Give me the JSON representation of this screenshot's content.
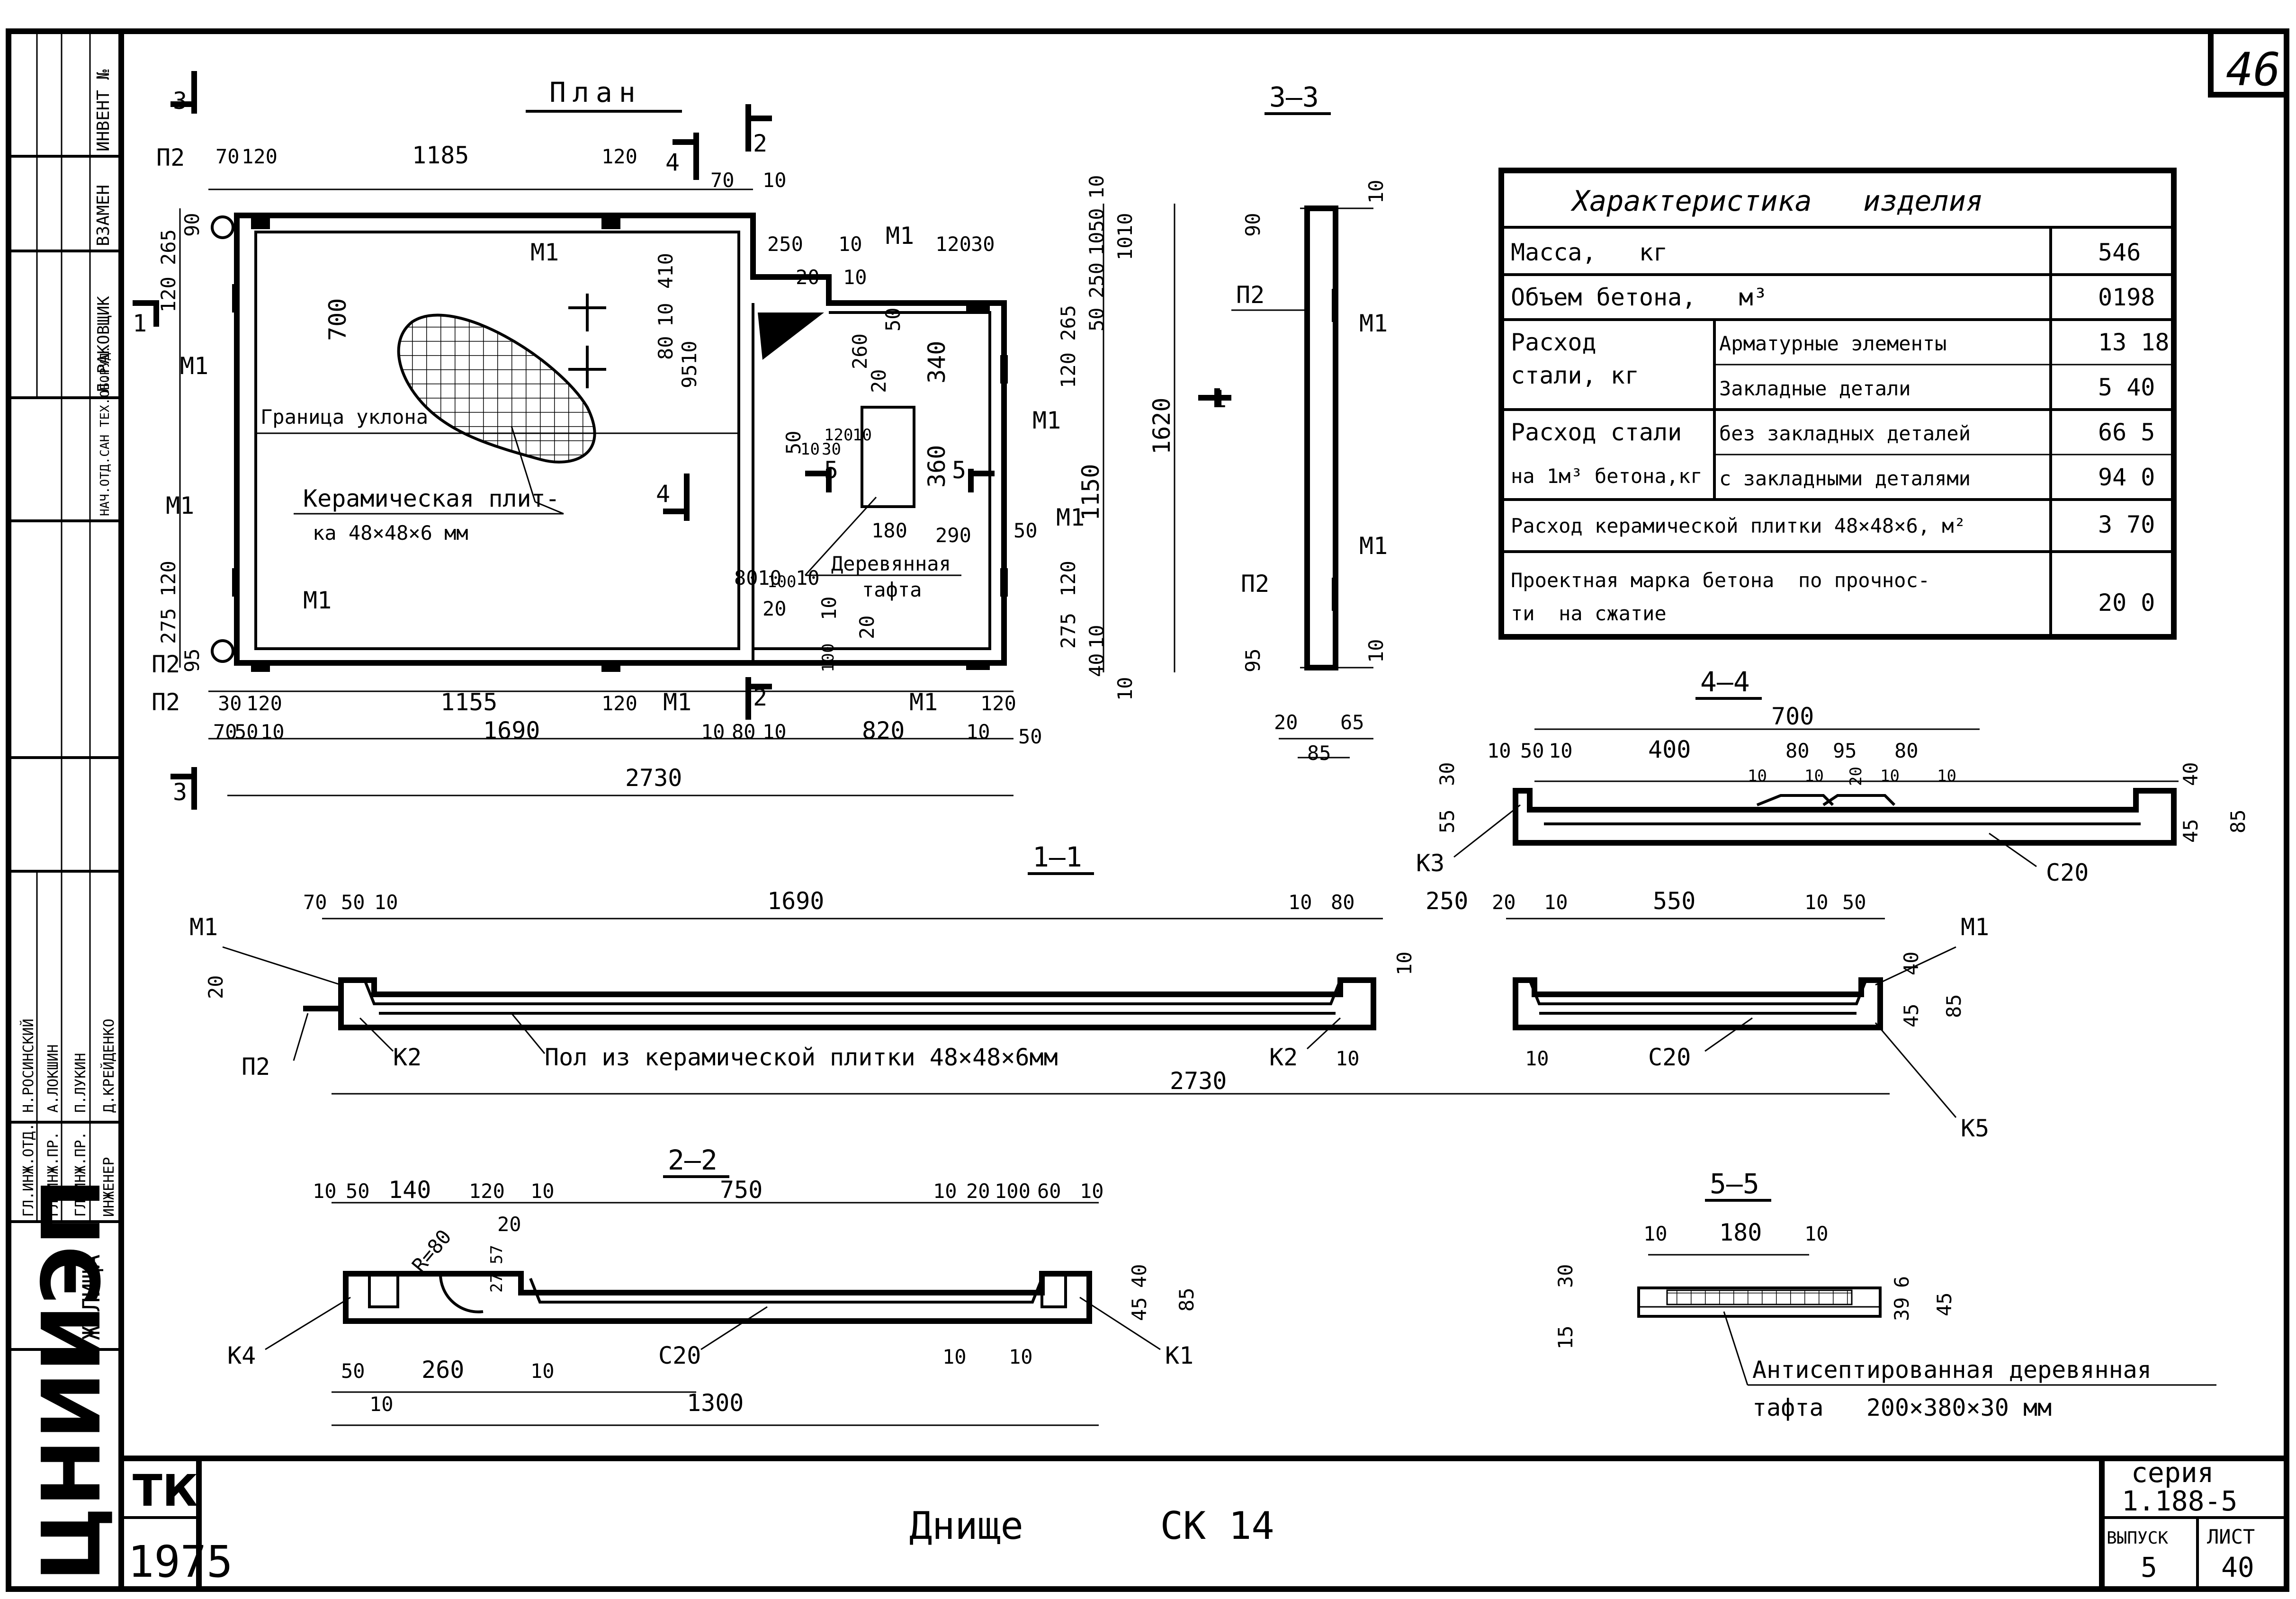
{
  "sheet_number": "46",
  "side_stamp": {
    "invent": "ИНВЕНТ №",
    "vzamen": "ВЗАМЕН",
    "rakovshchik": "Л.РАКОВЩИК",
    "nach_otd": "НАЧ.ОТД.САН ТЕХ.ОБОРУД.",
    "roles": [
      "ГЛ.ИНЖ.ОТД.",
      "ГЛ.ИНЖ.ПР.",
      "ГЛ.ИНЖ.ПР.",
      "ИНЖЕНЕР"
    ],
    "names": [
      "Н.РОСИНСКИЙ",
      "А.ЛОКШИН",
      "П.ЛУКИН",
      "Д.КРЕЙДЕНКО"
    ],
    "institute": "ЦНИИЭП",
    "institute_suffix": "ЖИЛИЩА"
  },
  "title_block": {
    "code": "ТК",
    "year": "1975",
    "title": "Днище      СК 14",
    "series_label": "серия",
    "series_value": "1.188-5",
    "issue_label": "ВЫПУСК",
    "issue_value": "5",
    "sheet_label": "ЛИСТ",
    "sheet_value": "40"
  },
  "characteristics": {
    "title": "Характеристика   изделия",
    "rows": [
      {
        "label": "Масса,   кг",
        "value": "546"
      },
      {
        "label": "Объем бетона,   м³",
        "value": "0198"
      },
      {
        "group": "Расход стали, кг",
        "label": "Арматурные элементы",
        "value": "13 18"
      },
      {
        "group": "Расход стали, кг",
        "label": "Закладные детали",
        "value": "5 40"
      },
      {
        "group": "Расход стали на 1м³ бетона, кг",
        "label": "без закладных деталей",
        "value": "66 5"
      },
      {
        "group": "Расход стали на 1м³ бетона, кг",
        "label": "с закладными деталями",
        "value": "94 0"
      },
      {
        "label": "Расход керамической плитки 48×48×6, м²",
        "value": "3 70"
      },
      {
        "label": "Проектная марка бетона по прочности на сжатие",
        "value": "20 0"
      }
    ],
    "group1": "Расход",
    "group1b": "стали, кг",
    "group2": "Расход стали",
    "group2b": "на 1м³ бетона,кг",
    "row8a": "Проектная марка бетона  по прочнос-",
    "row8b": "ти  на сжатие"
  },
  "views": {
    "plan": {
      "title": "План",
      "labels": {
        "ceramic1": "Керамическая плит-",
        "ceramic2": "ка  48×48×6 мм",
        "slope": "Граница уклона",
        "wood1": "Деревянная",
        "wood2": "тафта"
      },
      "marks": {
        "m1": "М1",
        "p2": "П2",
        "s3": "3",
        "s4": "4",
        "s2": "2",
        "s5": "5",
        "s1": "1"
      },
      "dims_top": [
        "70",
        "120",
        "1185",
        "120",
        "70",
        "10",
        "250",
        "10",
        "20",
        "10",
        "120",
        "30"
      ],
      "dims_bottom": [
        "30",
        "120",
        "1155",
        "120",
        "120"
      ],
      "dims_bottom2": [
        "70",
        "50",
        "10",
        "1690",
        "10",
        "80",
        "10",
        "820",
        "10",
        "50"
      ],
      "dim_total": "2730",
      "dims_left": [
        "90",
        "265",
        "120",
        "120",
        "275",
        "95"
      ],
      "dims_right": [
        "10",
        "50",
        "10",
        "250",
        "10",
        "10",
        "50",
        "265",
        "120",
        "1150",
        "120",
        "275",
        "10",
        "40",
        "10",
        "1620"
      ],
      "dims_inner": [
        "700",
        "410",
        "10",
        "80",
        "10",
        "95",
        "260",
        "20",
        "50",
        "340",
        "360",
        "180",
        "290",
        "50",
        "80",
        "10",
        "100",
        "10",
        "20",
        "10",
        "20",
        "50",
        "100",
        "10",
        "120",
        "30",
        "10"
      ]
    },
    "section_3_3": {
      "title": "3–3",
      "marks": {
        "p2a": "П2",
        "m1a": "М1",
        "p2b": "П2",
        "m1b": "М1"
      },
      "dims": [
        "10",
        "90",
        "95",
        "10",
        "20",
        "65",
        "85"
      ]
    },
    "section_4_4": {
      "title": "4–4",
      "marks": {
        "k3": "К3",
        "c20": "С20"
      },
      "dims": [
        "700",
        "10",
        "50",
        "10",
        "400",
        "80",
        "95",
        "80",
        "10",
        "10",
        "20",
        "10",
        "10",
        "30",
        "55",
        "40",
        "45",
        "85"
      ]
    },
    "section_1_1": {
      "title": "1–1",
      "marks": {
        "m1a": "М1",
        "p2": "П2",
        "k2a": "К2",
        "k2b": "К2",
        "c20": "С20",
        "m1b": "М1",
        "k5": "К5"
      },
      "floor_label": "Пол из керамической плитки 48×48×6мм",
      "dims": [
        "70",
        "50",
        "10",
        "1690",
        "10",
        "80",
        "250",
        "20",
        "10",
        "550",
        "10",
        "50"
      ],
      "dims_side": [
        "20",
        "10",
        "10",
        "40",
        "45",
        "85",
        "10"
      ],
      "dim_total": "2730"
    },
    "section_2_2": {
      "title": "2–2",
      "marks": {
        "k4": "К4",
        "c20": "С20",
        "k1": "К1"
      },
      "radius": "R=80",
      "dims_top": [
        "10",
        "50",
        "140",
        "120",
        "10",
        "750",
        "10",
        "20",
        "100",
        "60",
        "10"
      ],
      "dims_side": [
        "20",
        "27",
        "57",
        "40",
        "45",
        "85"
      ],
      "dims_bottom": [
        "50",
        "260",
        "10",
        "10",
        "10",
        "10",
        "1300"
      ]
    },
    "section_5_5": {
      "title": "5–5",
      "dims": [
        "10",
        "180",
        "10",
        "30",
        "15",
        "39",
        "6",
        "45"
      ],
      "label1": "Антисептированная деревянная",
      "label2": "тафта   200×380×30 мм"
    }
  }
}
